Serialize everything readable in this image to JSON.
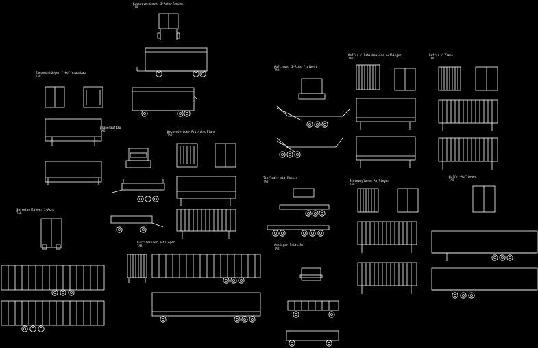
{
  "drawing": {
    "background": "#000000",
    "line_color": "#ffffff",
    "labels": [
      {
        "id": "label-top-center",
        "title": "Kassettenhänger 2-Achs-Tandem",
        "sub": "TAB"
      },
      {
        "id": "label-left-upper",
        "title": "Tandemanhänger / Kofferaufbau",
        "sub": "TAB"
      },
      {
        "id": "label-center-left",
        "title": "Planenaufbau",
        "sub": "TAB"
      },
      {
        "id": "label-center-middle",
        "title": "Wechselbrücke Pritsche/Plane",
        "sub": "TAB"
      },
      {
        "id": "label-center-right-upper",
        "title": "Auflieger 3-Achs Tiefbett",
        "sub": "TAB"
      },
      {
        "id": "label-right-top",
        "title": "Koffer / Schiebeplane Auflieger",
        "sub": "TAB"
      },
      {
        "id": "label-far-right-top",
        "title": "Koffer / Plane",
        "sub": "TAB"
      },
      {
        "id": "label-center-lower",
        "title": "Tieflader mit Rampen",
        "sub": "TAB"
      },
      {
        "id": "label-right-middle",
        "title": "Schiebeplanen Auflieger",
        "sub": "TAB"
      },
      {
        "id": "label-far-right-middle",
        "title": "Koffer-Auflieger",
        "sub": "TAB"
      },
      {
        "id": "label-left-lower",
        "title": "Sattelauflieger 3-Achs",
        "sub": "TAB"
      },
      {
        "id": "label-bottom-center-left",
        "title": "Curtainsider Auflieger",
        "sub": "TAB"
      },
      {
        "id": "label-bottom-center",
        "title": "Anhänger Pritsche",
        "sub": "TAB"
      }
    ]
  }
}
